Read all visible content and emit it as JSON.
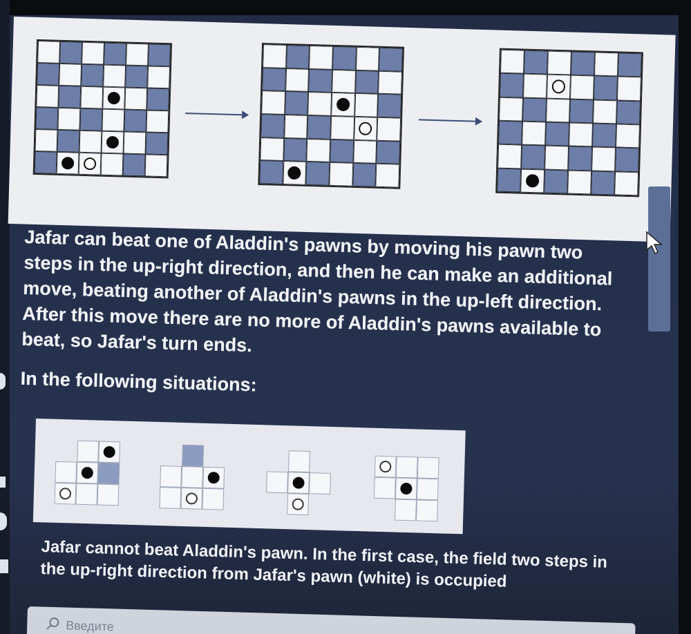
{
  "text": {
    "para1": "Jafar can beat one of Aladdin's pawns by moving his pawn two steps in the up-right direction, and then he can make an additional move, beating another of Aladdin's pawns in the up-left direction. After this move there are no more of Aladdin's pawns available to beat, so Jafar's turn ends.",
    "para2": "In the following situations:",
    "para3": "Jafar cannot beat Aladdin's pawn. In the first case, the field two steps in the up-right direction from Jafar's pawn (white) is occupied"
  },
  "input": {
    "placeholder": "Введите"
  },
  "colors": {
    "board_dark": "#6d7fa8",
    "board_light": "#f4f6f9",
    "background": "#24304c",
    "text": "#f2f4f8"
  },
  "boards": [
    {
      "rows": [
        "l d l d l d",
        "d l d l d l",
        "l d l B l d",
        "d l d l d l",
        "l d l B l d",
        "d B W l d l"
      ]
    },
    {
      "rows": [
        "l d l d l d",
        "d l d l d l",
        "l d l B l d",
        "d l d l W l",
        "l d l d l d",
        "d B d l d l"
      ]
    },
    {
      "rows": [
        "l d l d l d",
        "d l W l d l",
        "l d l d l d",
        "d l d l d l",
        "l d l d l d",
        "d B d l d l"
      ]
    }
  ],
  "small_boards": [
    {
      "rows": [
        "e l B",
        "l B d",
        "W l l"
      ]
    },
    {
      "rows": [
        "e d e",
        "l l B",
        "l W l"
      ]
    },
    {
      "rows": [
        "e l e",
        "l B l",
        "e W e"
      ]
    },
    {
      "rows": [
        "W l l",
        "l B l",
        "e l l"
      ]
    }
  ]
}
